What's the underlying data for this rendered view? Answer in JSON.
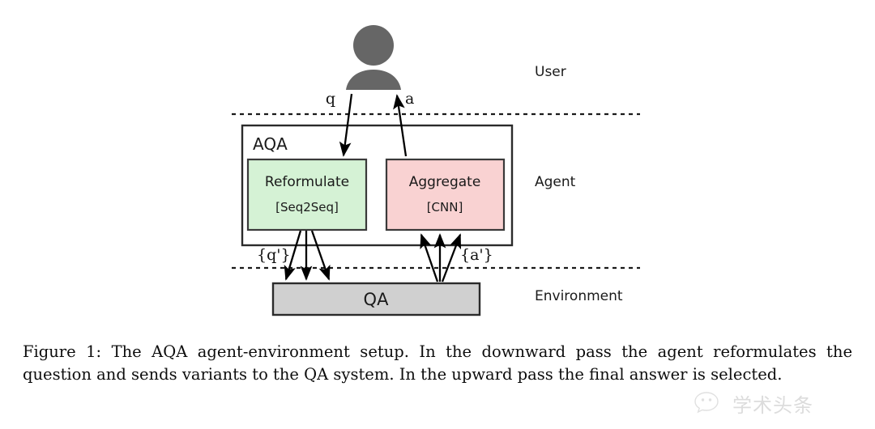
{
  "figure": {
    "zones": [
      {
        "id": "user",
        "label": "User"
      },
      {
        "id": "agent",
        "label": "Agent"
      },
      {
        "id": "environment",
        "label": "Environment"
      }
    ],
    "agent_container": {
      "label": "AQA"
    },
    "modules": [
      {
        "id": "reformulate",
        "title": "Reformulate",
        "subtitle": "[Seq2Seq]",
        "fill": "#d5f2d5",
        "stroke": "#3a3a3a"
      },
      {
        "id": "aggregate",
        "title": "Aggregate",
        "subtitle": "[CNN]",
        "fill": "#f9d2d2",
        "stroke": "#3a3a3a"
      }
    ],
    "environment_box": {
      "label": "QA",
      "fill": "#d0d0d0",
      "stroke": "#2b2b2b"
    },
    "edge_labels": [
      {
        "id": "question",
        "label": "q"
      },
      {
        "id": "answer",
        "label": "a"
      },
      {
        "id": "question-variants",
        "label": "{q'}"
      },
      {
        "id": "answer-variants",
        "label": "{a'}"
      }
    ],
    "user_icon": {
      "name": "user-avatar-icon",
      "color": "#666666"
    },
    "colors": {
      "divider": "#1a1a1a",
      "arrow": "#000000",
      "text": "#1a1a1a"
    }
  },
  "caption": {
    "text": "Figure 1: The AQA agent-environment setup. In the downward pass the agent reformulates the question and sends variants to the QA system. In the upward pass the final answer is selected."
  },
  "watermark": {
    "text": "学术头条",
    "icon": "wechat-bubble-icon"
  }
}
